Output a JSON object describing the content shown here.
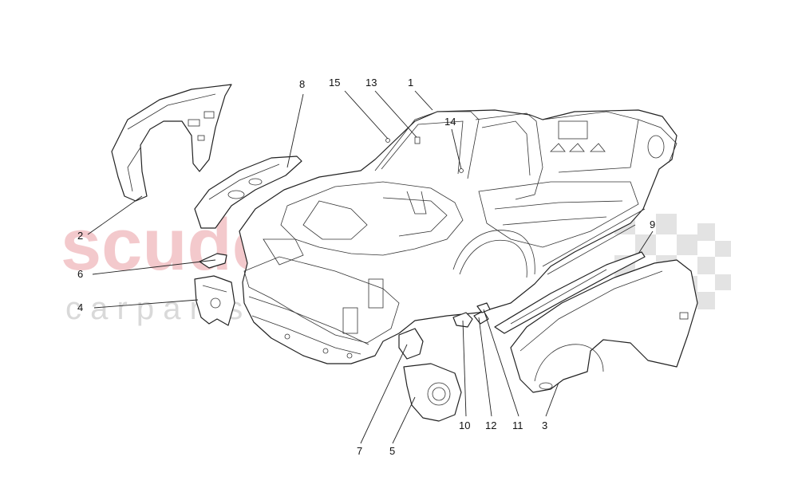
{
  "watermark": {
    "brand": "scuderia",
    "sub": "c a r p a r t s"
  },
  "callouts": [
    {
      "id": "1",
      "label": "1"
    },
    {
      "id": "2",
      "label": "2"
    },
    {
      "id": "3",
      "label": "3"
    },
    {
      "id": "4",
      "label": "4"
    },
    {
      "id": "5",
      "label": "5"
    },
    {
      "id": "6",
      "label": "6"
    },
    {
      "id": "7",
      "label": "7"
    },
    {
      "id": "8",
      "label": "8"
    },
    {
      "id": "9",
      "label": "9"
    },
    {
      "id": "10",
      "label": "10"
    },
    {
      "id": "11",
      "label": "11"
    },
    {
      "id": "12",
      "label": "12"
    },
    {
      "id": "13",
      "label": "13"
    },
    {
      "id": "14",
      "label": "14"
    },
    {
      "id": "15",
      "label": "15"
    }
  ],
  "colors": {
    "line": "#222222",
    "watermark": "#f3c9cc",
    "checker": "#e3e3e3"
  }
}
